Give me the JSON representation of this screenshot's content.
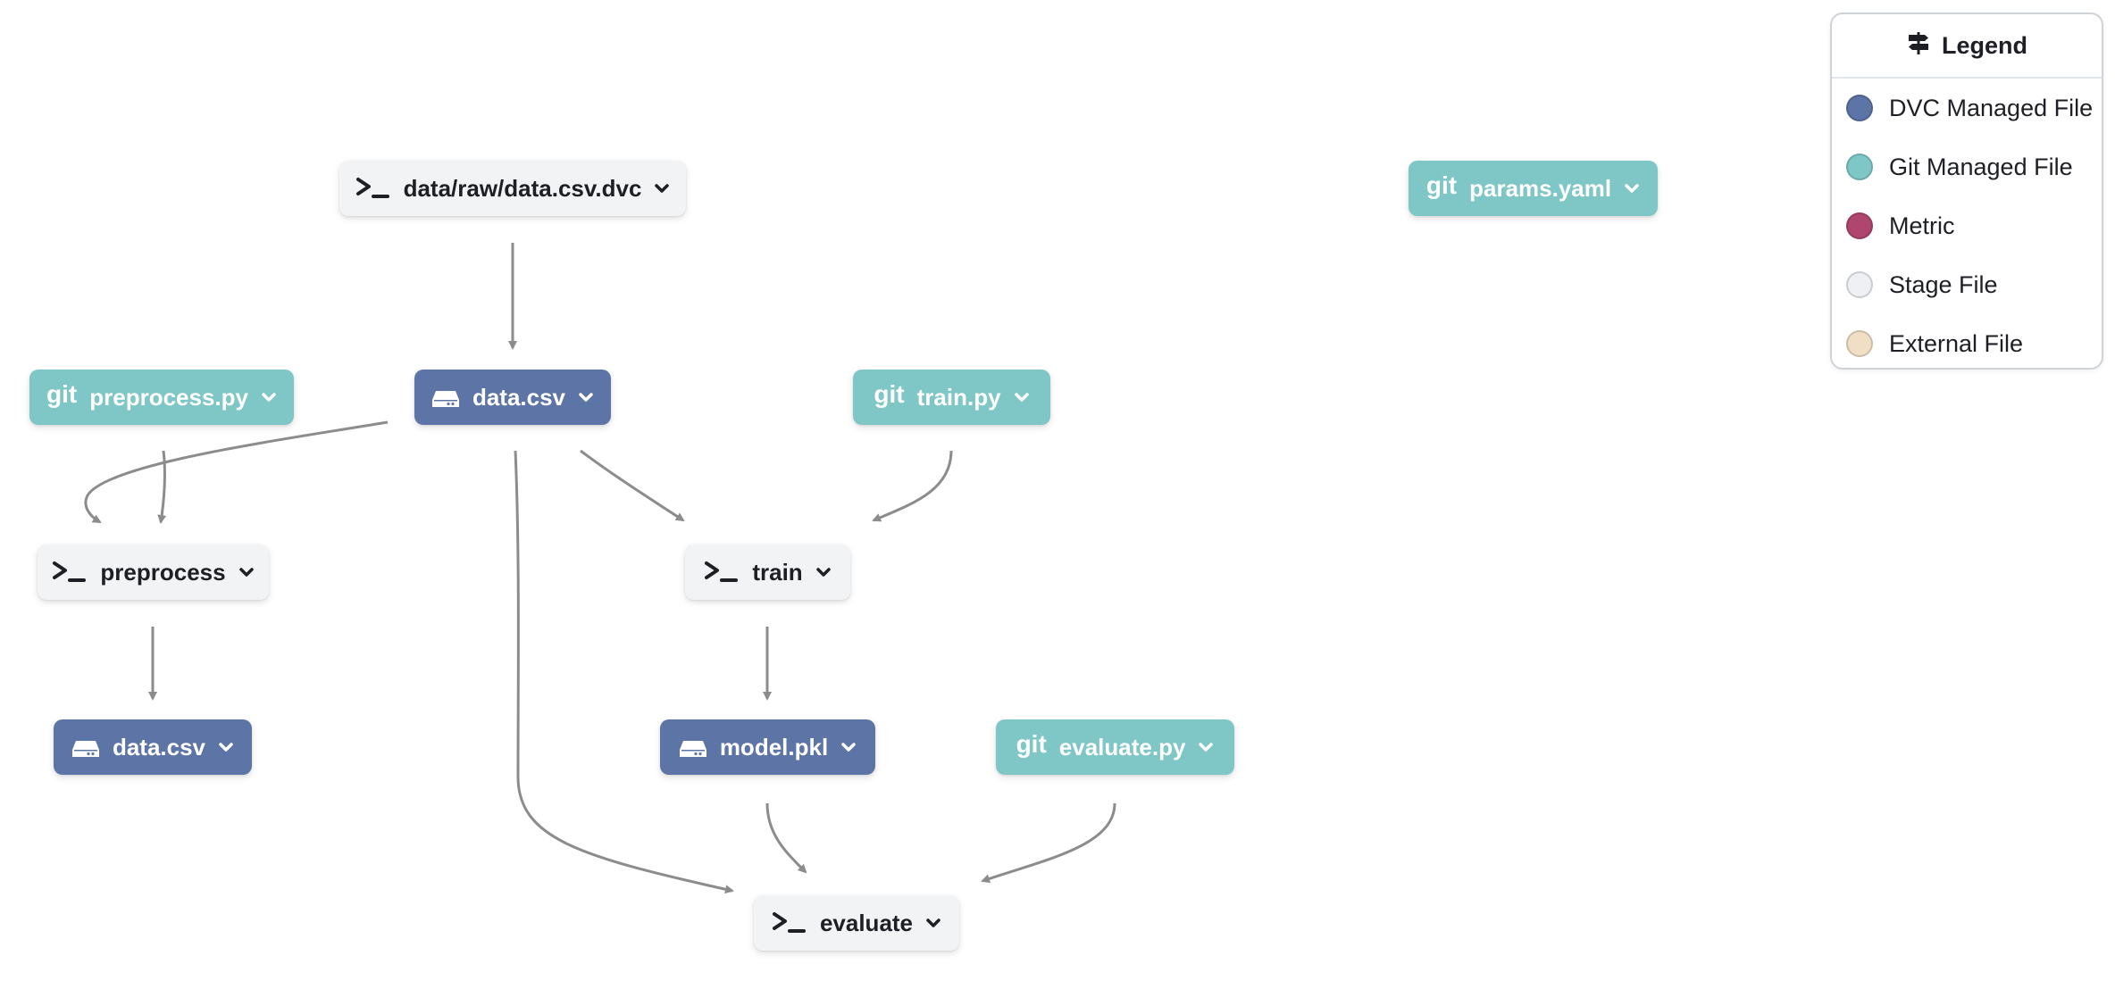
{
  "colors": {
    "dvc": "#5d74a6",
    "git": "#7fc7c6",
    "metric": "#b0466f",
    "stage": "#eef0f3",
    "external": "#f0dfc4",
    "edge": "#8c8c8c"
  },
  "legend": {
    "title": "Legend",
    "items": [
      {
        "label": "DVC Managed File",
        "color": "#5d74a6"
      },
      {
        "label": "Git Managed File",
        "color": "#7fc7c6"
      },
      {
        "label": "Metric",
        "color": "#b0466f"
      },
      {
        "label": "Stage File",
        "color": "#eef0f3"
      },
      {
        "label": "External File",
        "color": "#f0dfc4"
      }
    ]
  },
  "nodes": {
    "raw_dvc": {
      "label": "data/raw/data.csv.dvc",
      "kind": "stage",
      "icon": "terminal-icon"
    },
    "params": {
      "label": "params.yaml",
      "kind": "git",
      "icon": "git-icon",
      "icon_text": "git"
    },
    "preprocess_py": {
      "label": "preprocess.py",
      "kind": "git",
      "icon": "git-icon",
      "icon_text": "git"
    },
    "data_csv_raw": {
      "label": "data.csv",
      "kind": "dvc",
      "icon": "drive-icon"
    },
    "train_py": {
      "label": "train.py",
      "kind": "git",
      "icon": "git-icon",
      "icon_text": "git"
    },
    "preprocess": {
      "label": "preprocess",
      "kind": "stage",
      "icon": "terminal-icon"
    },
    "train": {
      "label": "train",
      "kind": "stage",
      "icon": "terminal-icon"
    },
    "data_csv_out": {
      "label": "data.csv",
      "kind": "dvc",
      "icon": "drive-icon"
    },
    "model": {
      "label": "model.pkl",
      "kind": "dvc",
      "icon": "drive-icon"
    },
    "evaluate_py": {
      "label": "evaluate.py",
      "kind": "git",
      "icon": "git-icon",
      "icon_text": "git"
    },
    "evaluate": {
      "label": "evaluate",
      "kind": "stage",
      "icon": "terminal-icon"
    }
  },
  "edges": [
    {
      "from": "raw_dvc",
      "to": "data_csv_raw"
    },
    {
      "from": "data_csv_raw",
      "to": "preprocess"
    },
    {
      "from": "preprocess_py",
      "to": "preprocess"
    },
    {
      "from": "data_csv_raw",
      "to": "train"
    },
    {
      "from": "train_py",
      "to": "train"
    },
    {
      "from": "data_csv_raw",
      "to": "evaluate"
    },
    {
      "from": "preprocess",
      "to": "data_csv_out"
    },
    {
      "from": "train",
      "to": "model"
    },
    {
      "from": "model",
      "to": "evaluate"
    },
    {
      "from": "evaluate_py",
      "to": "evaluate"
    }
  ]
}
